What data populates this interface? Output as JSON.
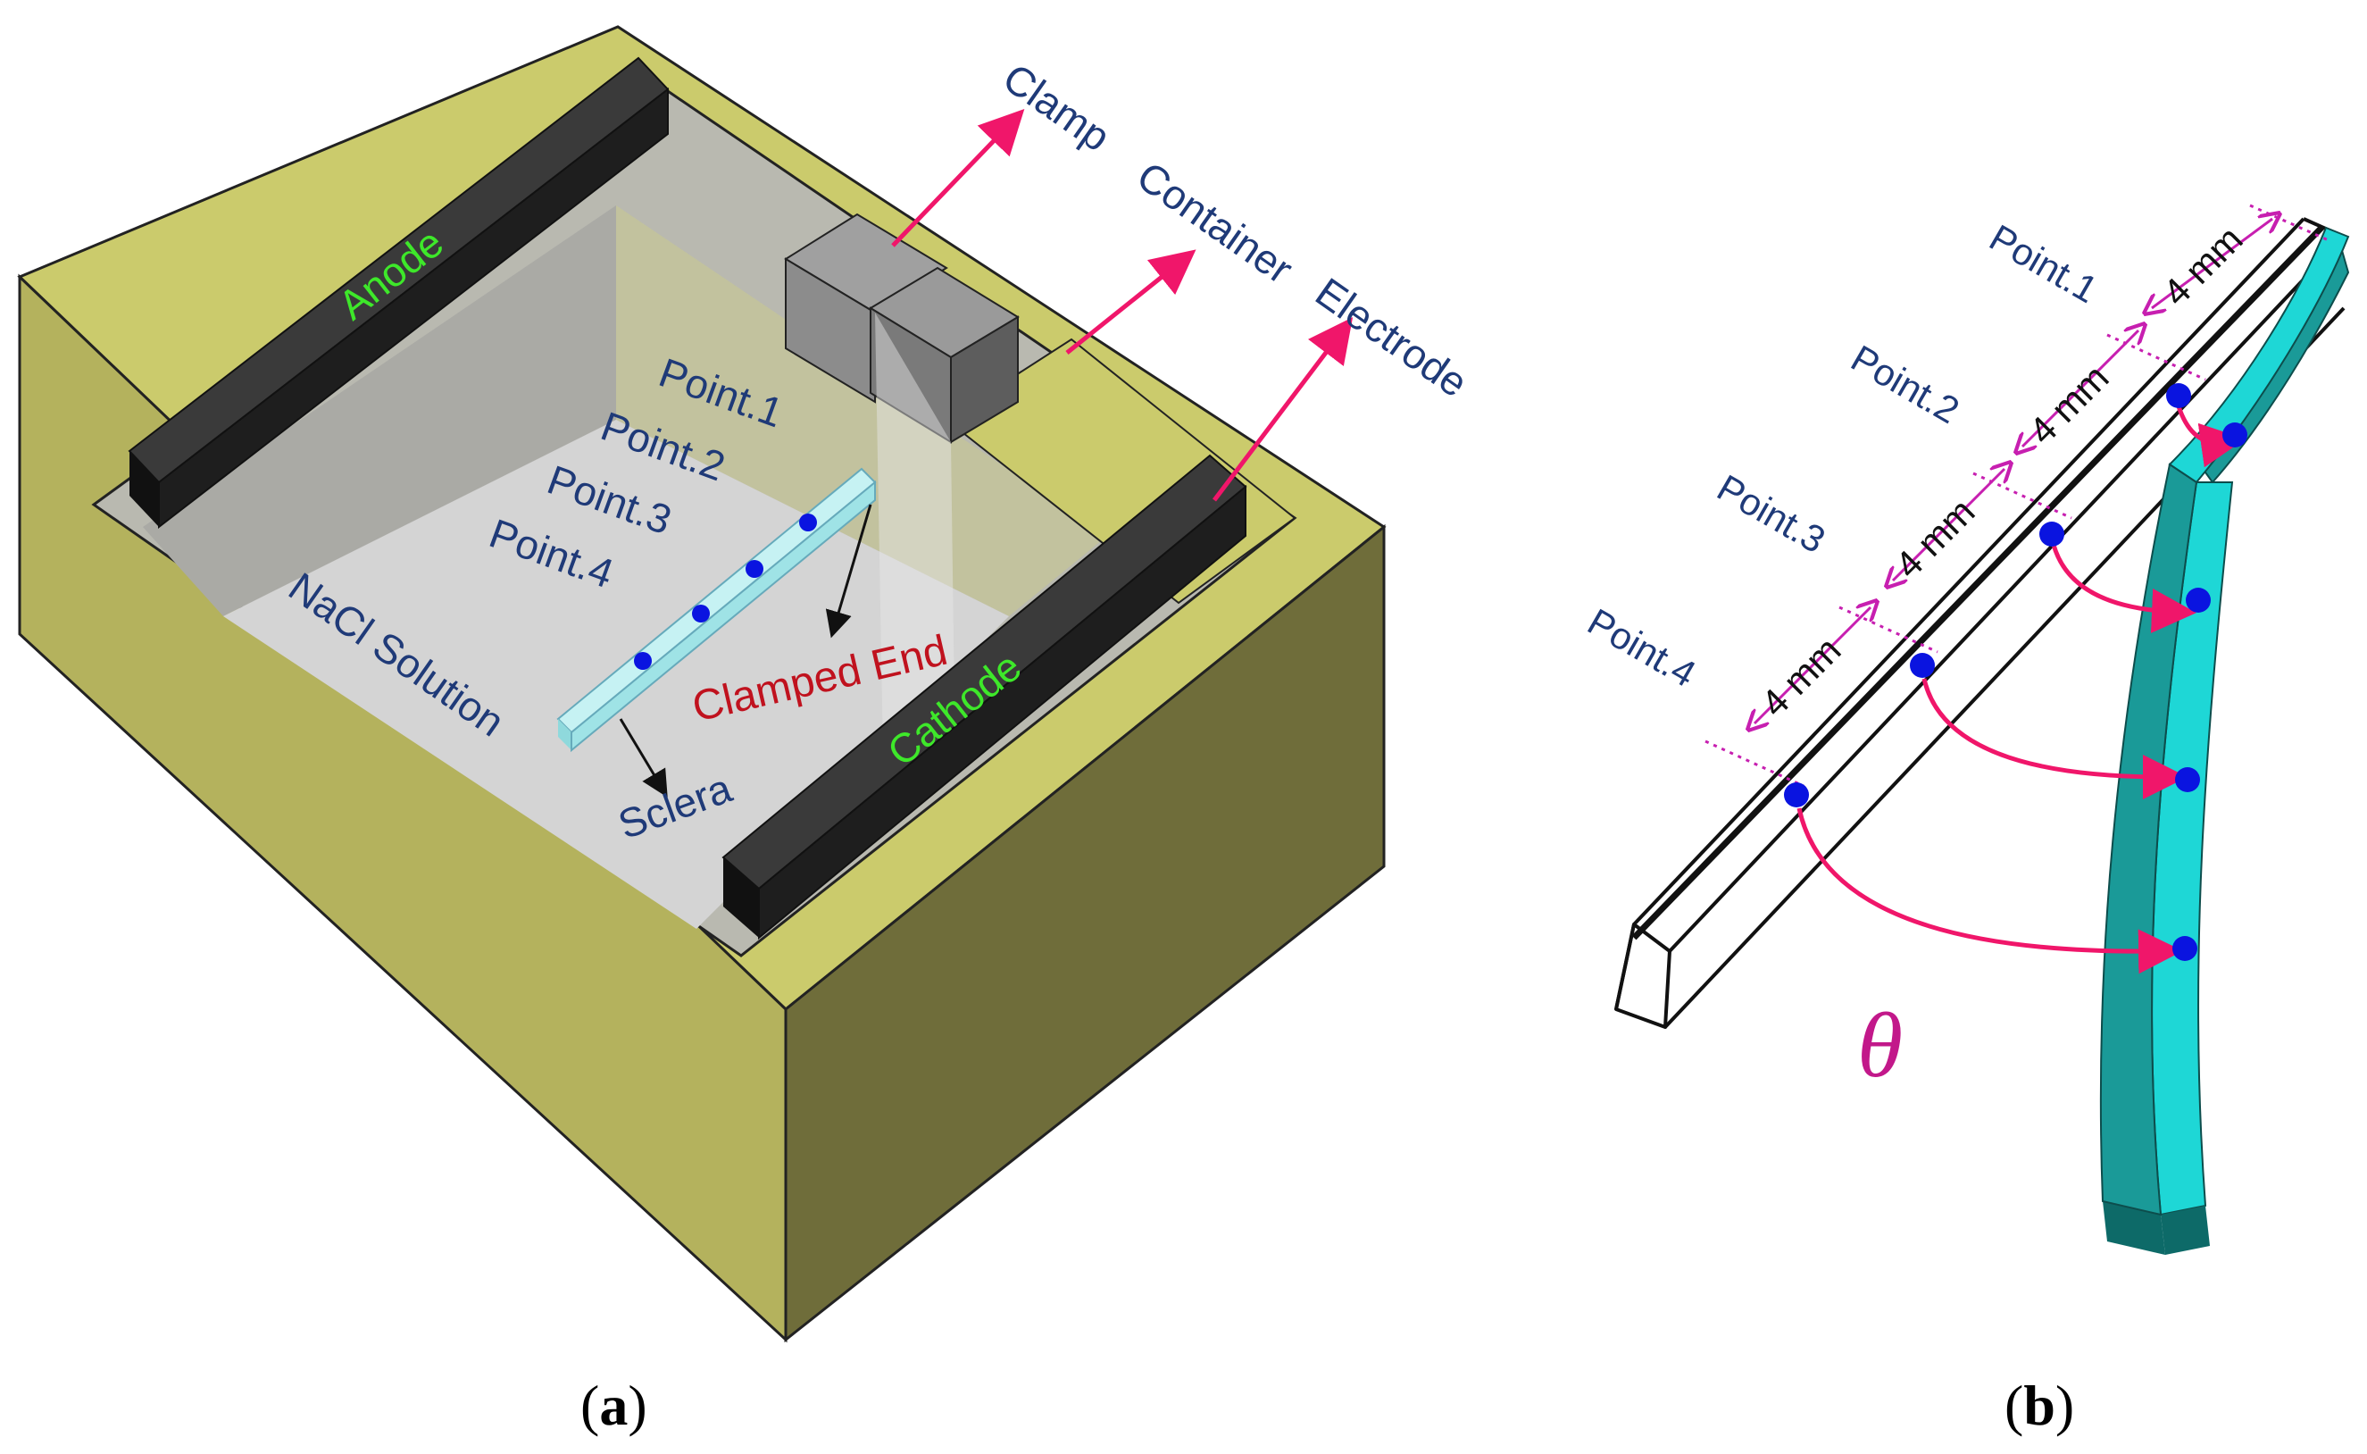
{
  "panel_a": {
    "labels": {
      "clamp": "Clamp",
      "container": "Container",
      "electrode": "Electrode",
      "anode": "Anode",
      "cathode": "Cathode",
      "nacl": "NaCl Solution",
      "clamped_end": "Clamped End",
      "sclera": "Sclera",
      "point1": "Point.1",
      "point2": "Point.2",
      "point3": "Point.3",
      "point4": "Point.4"
    },
    "caption": {
      "open": "(",
      "letter": "a",
      "close": ")"
    }
  },
  "panel_b": {
    "labels": {
      "point1": "Point.1",
      "point2": "Point.2",
      "point3": "Point.3",
      "point4": "Point.4",
      "dim1": "4 mm",
      "dim2": "4 mm",
      "dim3": "4 mm",
      "dim4": "4 mm",
      "theta": "θ"
    },
    "caption": {
      "open": "(",
      "letter": "b",
      "close": ")"
    }
  },
  "colors": {
    "container_top": "#cbcb6c",
    "container_left": "#b4b25d",
    "container_right": "#6f6d3a",
    "electrode": "#1f1f1f",
    "clamp": "#8c8c8c",
    "sclera": "#9fe3e6",
    "sclera_bent": "#1ad5d5",
    "arrow": "#f0166a",
    "point": "#0a14e0",
    "dim": "#c71fb0"
  }
}
